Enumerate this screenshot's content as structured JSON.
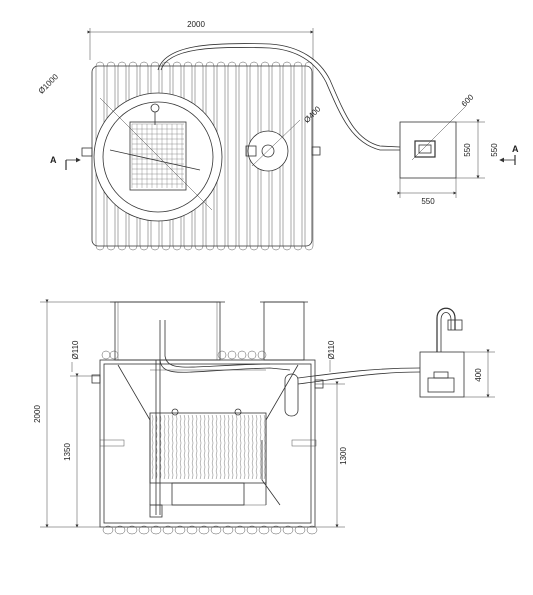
{
  "top_view": {
    "width_label": "2000",
    "manhole_diameter": "Ø1000",
    "pipe_diameter": "Ø400",
    "section_marker": "A",
    "box_size_a": "550",
    "box_size_b": "550",
    "box_height": "550",
    "diagonal": "600"
  },
  "side_view": {
    "total_height": "2000",
    "inlet_height": "1350",
    "outlet_height": "1300",
    "inlet_diameter": "Ø110",
    "outlet_diameter": "Ø110",
    "pump_box_height": "400"
  }
}
